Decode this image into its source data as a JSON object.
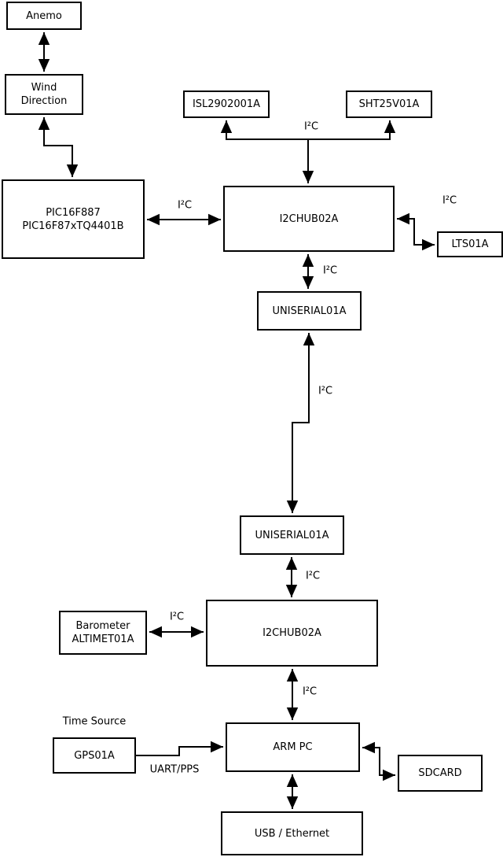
{
  "labels": {
    "i2c": "I²C",
    "uart_pps": "UART/PPS",
    "time_source": "Time Source"
  },
  "nodes": {
    "anemo": {
      "label": "Anemo"
    },
    "wind_direction": {
      "line1": "Wind",
      "line2": "Direction"
    },
    "pic": {
      "line1": "PIC16F887",
      "line2": "PIC16F87xTQ4401B"
    },
    "isl": {
      "label": "ISL2902001A"
    },
    "sht": {
      "label": "SHT25V01A"
    },
    "hub1": {
      "label": "I2CHUB02A"
    },
    "lts": {
      "label": "LTS01A"
    },
    "uniserial1": {
      "label": "UNISERIAL01A"
    },
    "uniserial2": {
      "label": "UNISERIAL01A"
    },
    "barometer": {
      "line1": "Barometer",
      "line2": "ALTIMET01A"
    },
    "hub2": {
      "label": "I2CHUB02A"
    },
    "gps": {
      "label": "GPS01A"
    },
    "arm_pc": {
      "label": "ARM PC"
    },
    "sdcard": {
      "label": "SDCARD"
    },
    "usb_ethernet": {
      "label": "USB / Ethernet"
    }
  },
  "edges": [
    {
      "from": "Anemo",
      "to": "Wind Direction",
      "bidirectional": true,
      "label": ""
    },
    {
      "from": "Wind Direction",
      "to": "PIC16F887 PIC16F87xTQ4401B",
      "bidirectional": true,
      "label": ""
    },
    {
      "from": "PIC16F887 PIC16F87xTQ4401B",
      "to": "I2CHUB02A",
      "bidirectional": true,
      "label": "I²C"
    },
    {
      "from": "I2CHUB02A",
      "to": "ISL2902001A",
      "bidirectional": false,
      "label": "I²C"
    },
    {
      "from": "I2CHUB02A",
      "to": "SHT25V01A",
      "bidirectional": false,
      "label": "I²C"
    },
    {
      "from": "I2CHUB02A",
      "to": "LTS01A",
      "bidirectional": true,
      "label": "I²C"
    },
    {
      "from": "I2CHUB02A",
      "to": "UNISERIAL01A",
      "bidirectional": true,
      "label": "I²C"
    },
    {
      "from": "UNISERIAL01A",
      "to": "UNISERIAL01A",
      "bidirectional": true,
      "label": "I²C"
    },
    {
      "from": "UNISERIAL01A",
      "to": "I2CHUB02A",
      "bidirectional": true,
      "label": "I²C"
    },
    {
      "from": "Barometer ALTIMET01A",
      "to": "I2CHUB02A",
      "bidirectional": true,
      "label": "I²C"
    },
    {
      "from": "I2CHUB02A",
      "to": "ARM PC",
      "bidirectional": true,
      "label": "I²C"
    },
    {
      "from": "GPS01A",
      "to": "ARM PC",
      "bidirectional": false,
      "label": "UART/PPS"
    },
    {
      "from": "ARM PC",
      "to": "SDCARD",
      "bidirectional": true,
      "label": ""
    },
    {
      "from": "ARM PC",
      "to": "USB / Ethernet",
      "bidirectional": true,
      "label": ""
    }
  ]
}
